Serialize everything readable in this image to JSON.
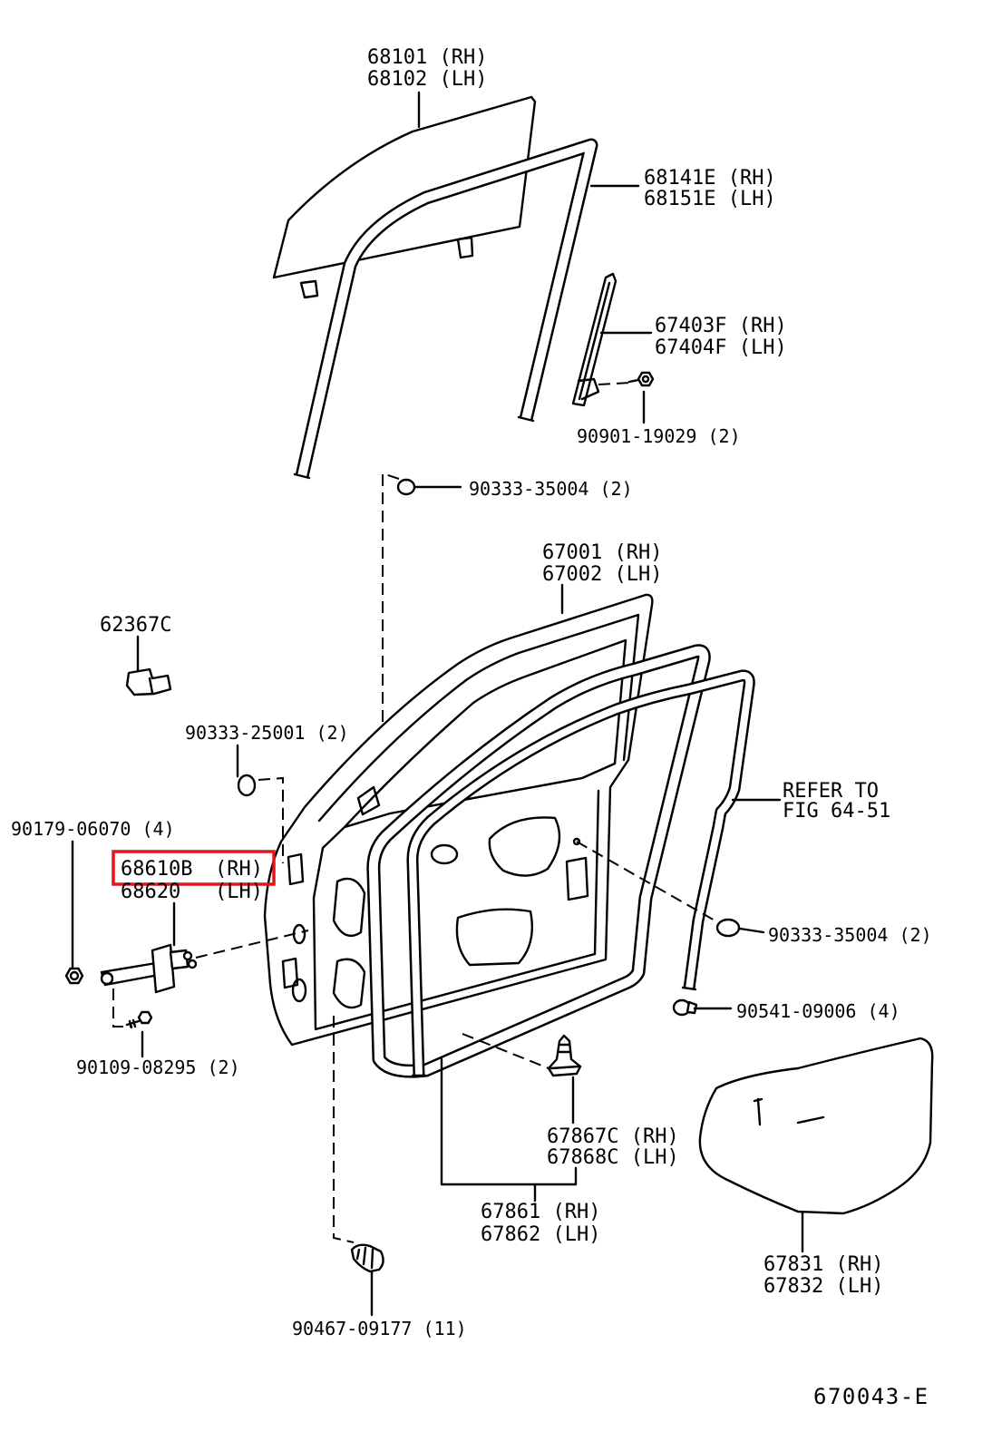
{
  "colors": {
    "background": "#ffffff",
    "line": "#000000",
    "highlight": "#e3141b"
  },
  "labels": {
    "glass": {
      "rh": "68101 (RH)",
      "lh": "68102 (LH)"
    },
    "run_channel": {
      "rh": "68141E (RH)",
      "lh": "68151E (LH)"
    },
    "division_bar": {
      "rh": "67403F (RH)",
      "lh": "67404F (LH)"
    },
    "division_bar_screw": "90901-19029 (2)",
    "hole_plug_upper": "90333-35004 (2)",
    "door_panel": {
      "rh": "67001 (RH)",
      "lh": "67002 (LH)"
    },
    "clip": "62367C",
    "hole_plug_hinge": "90333-25001 (2)",
    "refer_to": {
      "line1": "REFER TO",
      "line2": "FIG 64-51"
    },
    "hinge_bolt": "90179-06070 (4)",
    "door_check": {
      "rh_part": "68610B",
      "rh_side": "(RH)",
      "lh_part": "68620",
      "lh_side": "(LH)",
      "rh_highlighted": true
    },
    "hole_plug_lower": "90333-35004 (2)",
    "cushion": "90541-09006 (4)",
    "check_bolt": "90109-08295 (2)",
    "weatherstrip_clip": {
      "rh": "67867C (RH)",
      "lh": "67868C (LH)"
    },
    "weatherstrip": {
      "rh": "67861 (RH)",
      "lh": "67862 (LH)"
    },
    "hole_cover": {
      "rh": "67831 (RH)",
      "lh": "67832 (LH)"
    },
    "trim_clip": "90467-09177 (11)"
  },
  "figure_id": "670043-E"
}
